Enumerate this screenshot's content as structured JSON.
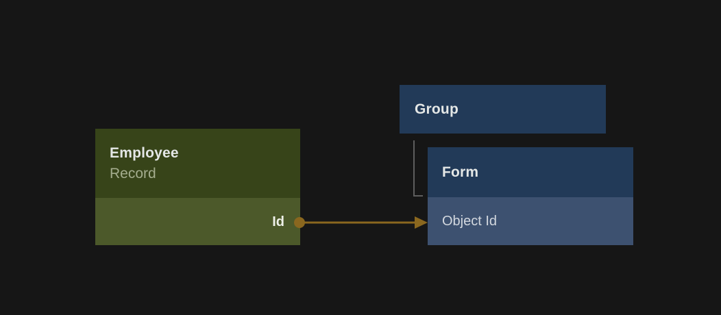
{
  "colors": {
    "background": "#161616",
    "employee-header": "#374419",
    "employee-body": "#4c592a",
    "blue-header": "#223a58",
    "blue-body": "#3d5170",
    "relation-edge": "#8a671f",
    "hierarchy-line": "#5e5e5e",
    "title-text": "#e4e7e6",
    "subtitle-text": "#a4ad8e",
    "field-text-light": "#eef0e8",
    "field-text-blue": "#d3d8df"
  },
  "nodes": {
    "employee": {
      "title": "Employee",
      "subtitle": "Record",
      "fields": [
        {
          "label": "Id"
        }
      ]
    },
    "group": {
      "title": "Group"
    },
    "form": {
      "title": "Form",
      "fields": [
        {
          "label": "Object Id"
        }
      ]
    }
  },
  "edges": {
    "relation": {
      "from": "Id",
      "to": "Object Id"
    },
    "hierarchy": {
      "from": "Group",
      "to": "Form"
    }
  }
}
